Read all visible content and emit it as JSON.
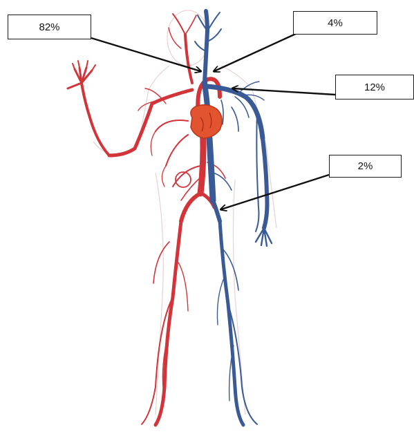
{
  "diagram": {
    "labels": {
      "aorta_upper": "82%",
      "vena_cava_superior": "4%",
      "pulmonary_venous": "12%",
      "vena_cava_inferior": "2%"
    },
    "colors": {
      "artery": "#d2343a",
      "vein": "#3a5a96",
      "heart": "#e2532f",
      "label_border": "#1a1a1a",
      "arrow": "#111111"
    }
  }
}
